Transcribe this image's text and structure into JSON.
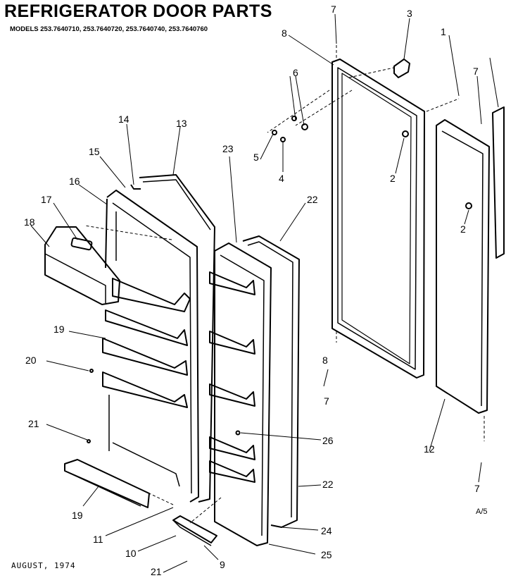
{
  "title": "REFRIGERATOR DOOR PARTS",
  "models": "MODELS 253.7640710, 253.7640720, 253.7640740, 253.7640760",
  "date": "AUGUST, 1974",
  "drawing_code": "A/5",
  "callouts": {
    "c1": "1",
    "c2a": "2",
    "c2b": "2",
    "c3": "3",
    "c4": "4",
    "c5": "5",
    "c6": "6",
    "c7a": "7",
    "c7b": "7",
    "c7c": "7",
    "c7d": "7",
    "c8a": "8",
    "c8b": "8",
    "c9": "9",
    "c10": "10",
    "c11": "11",
    "c12": "12",
    "c13": "13",
    "c14": "14",
    "c15": "15",
    "c16": "16",
    "c17": "17",
    "c18": "18",
    "c19a": "19",
    "c19b": "19",
    "c20": "20",
    "c21a": "21",
    "c21b": "21",
    "c22a": "22",
    "c22b": "22",
    "c23": "23",
    "c24": "24",
    "c25": "25",
    "c26": "26"
  }
}
